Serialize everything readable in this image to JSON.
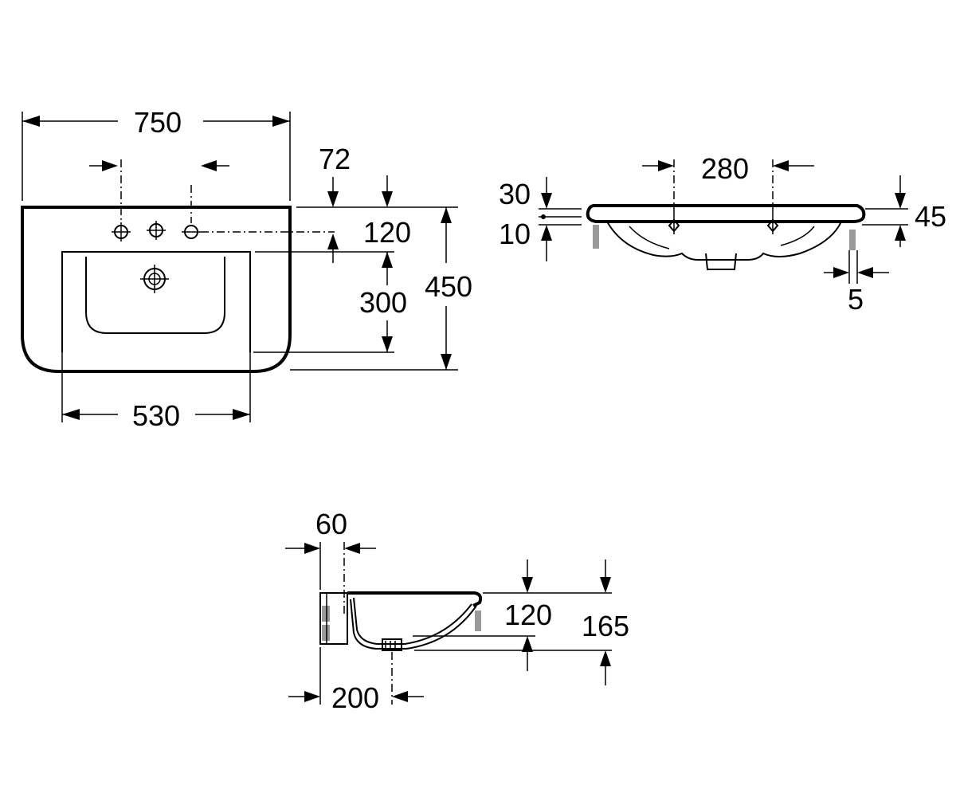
{
  "top_view": {
    "width_overall": "750",
    "tap_offset": "72",
    "rim_to_bowl": "120",
    "bowl_depth": "300",
    "depth_overall": "450",
    "bowl_width": "530"
  },
  "front_view": {
    "tap_spacing": "280",
    "deck_height": "30",
    "rim_step": "10",
    "rim_thickness": "45",
    "leg_gap": "5"
  },
  "side_view": {
    "back_offset": "60",
    "bowl_height": "120",
    "total_height": "165",
    "waste_offset": "200"
  }
}
